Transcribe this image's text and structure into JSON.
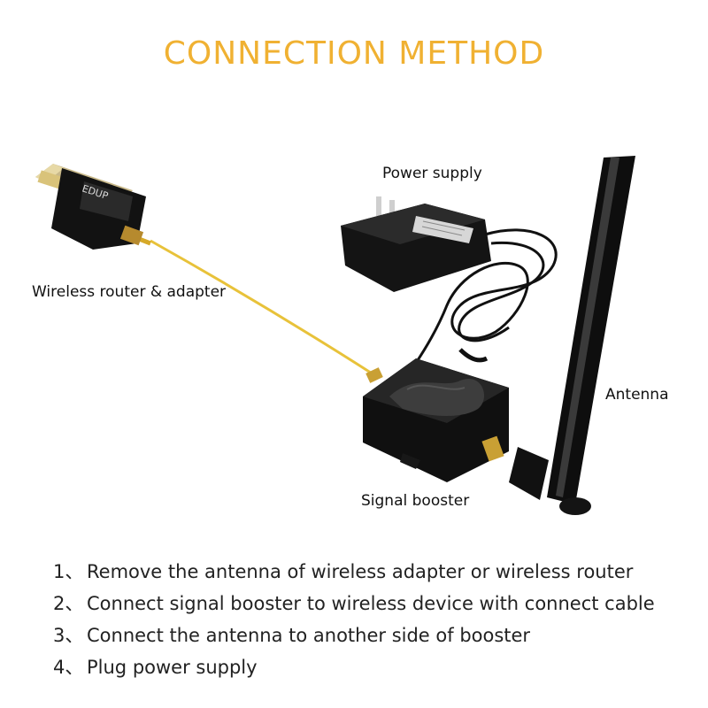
{
  "title": "CONNECTION METHOD",
  "colors": {
    "title": "#f0b132",
    "cable": "#e8c23a",
    "device": "#121212"
  },
  "adapter": {
    "brand": "EDUP",
    "icon": "usb-wifi-adapter-icon"
  },
  "labels": {
    "power_supply": "Power supply",
    "wireless_router": "Wireless router & adapter",
    "antenna": "Antenna",
    "signal_booster": "Signal booster"
  },
  "steps": [
    {
      "num": "1、",
      "text": "Remove the antenna of wireless adapter or wireless router"
    },
    {
      "num": "2、",
      "text": "Connect signal booster to wireless device with connect cable"
    },
    {
      "num": "3、",
      "text": "Connect the antenna to another side of booster"
    },
    {
      "num": "4、",
      "text": "Plug power supply"
    }
  ]
}
